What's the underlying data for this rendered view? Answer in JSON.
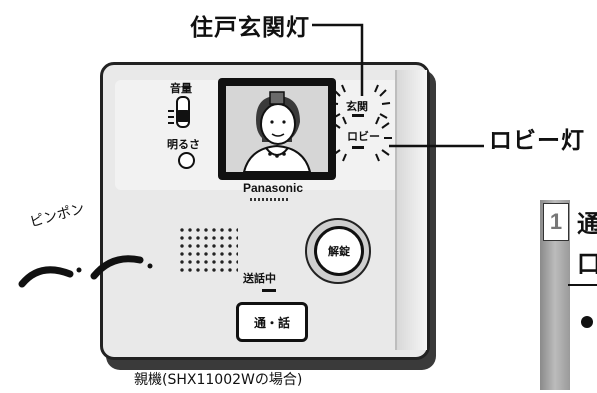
{
  "callouts": {
    "entrance_light": "住戸玄関灯",
    "lobby_light": "ロビー灯"
  },
  "unit": {
    "volume_label": "音量",
    "brightness_label": "明るさ",
    "brand": "Panasonic",
    "led_entrance_label": "玄関",
    "led_lobby_label": "ロビー",
    "unlock_button_label": "解錠",
    "talking_label": "送話中",
    "talk_button_label": "通・話"
  },
  "sound_effect": "ピンポン",
  "caption": "親機(SHX11002Wの場合)",
  "side_panel": {
    "step_number": "1",
    "fragment_1": "通",
    "fragment_2": "口"
  }
}
